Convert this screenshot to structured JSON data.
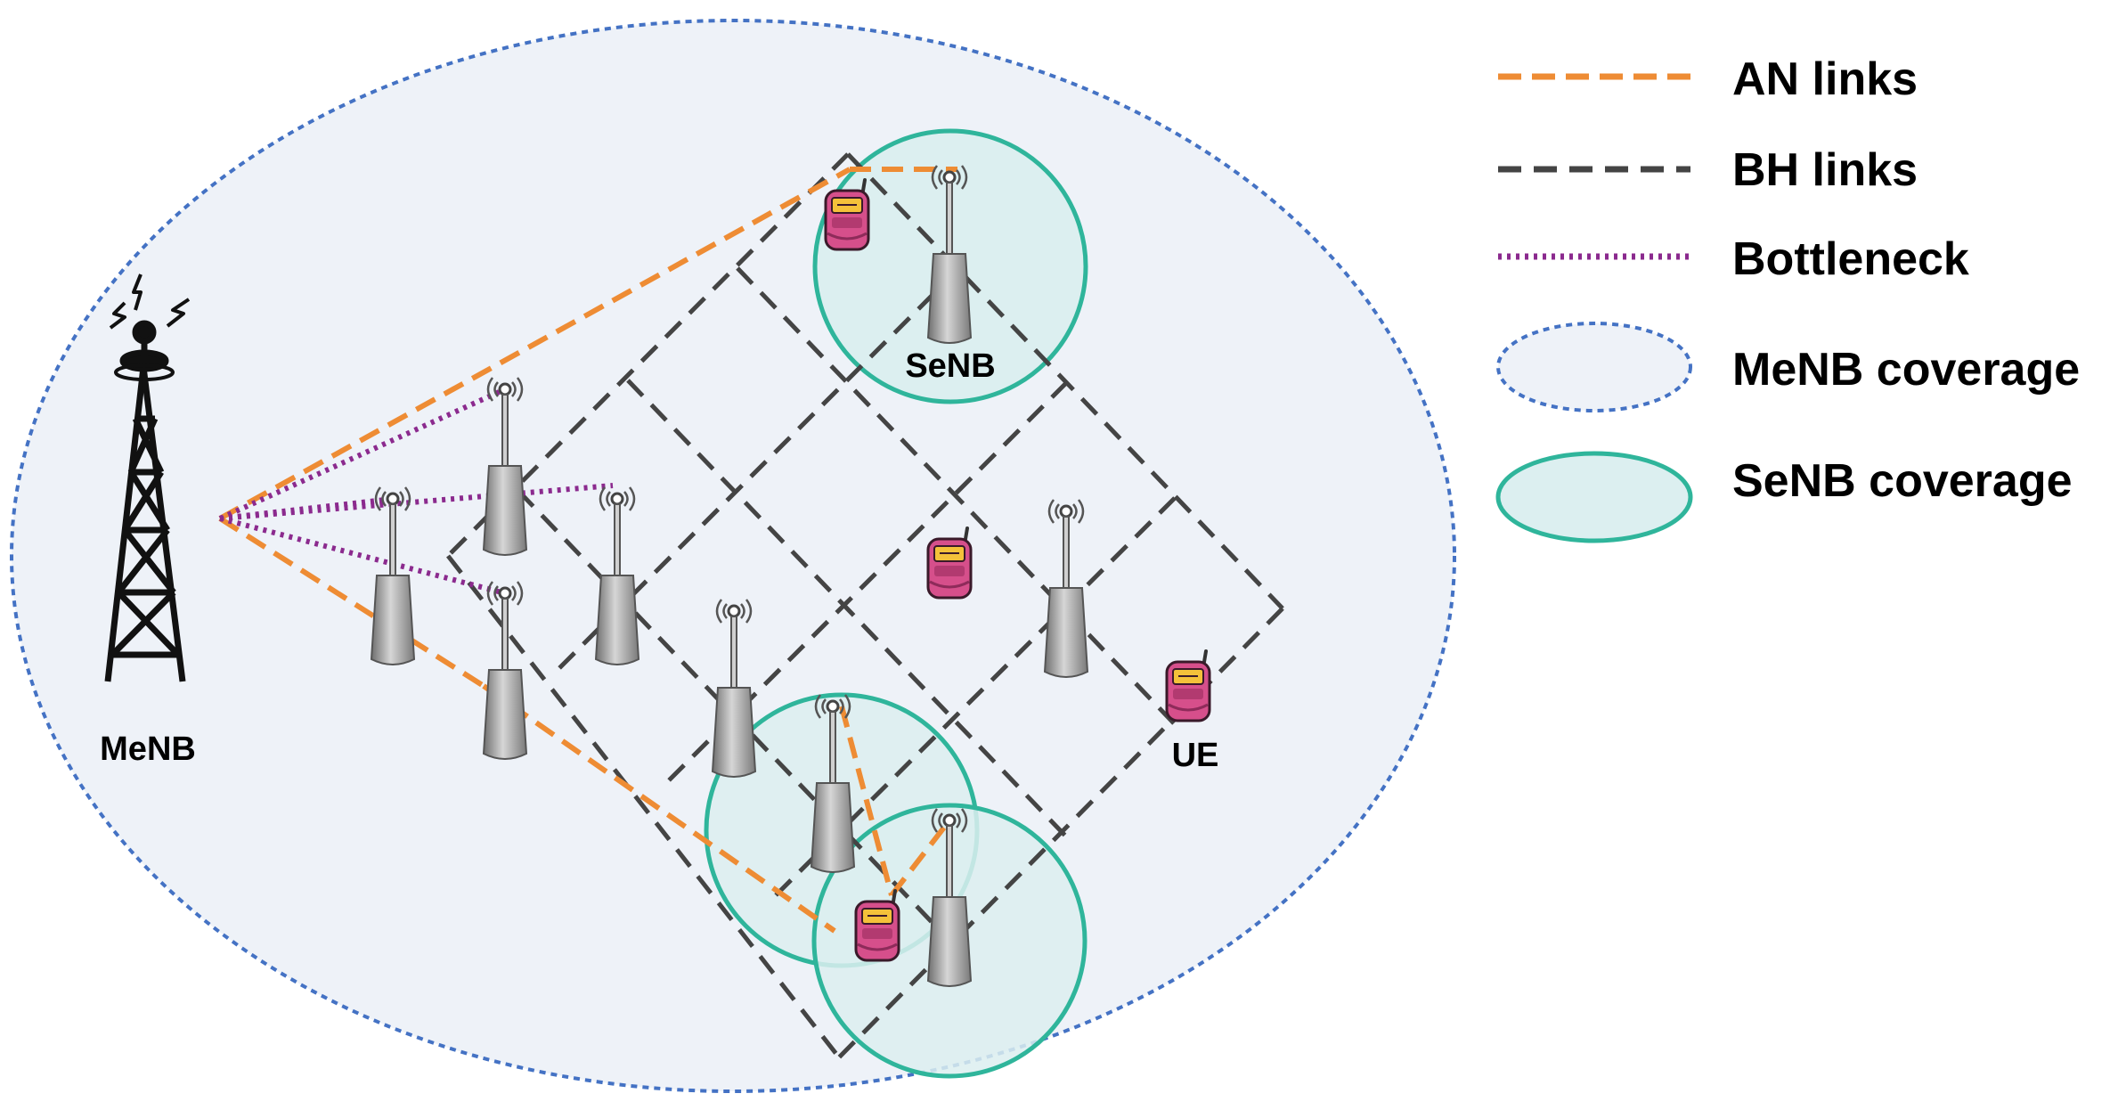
{
  "labels": {
    "menb": "MeNB",
    "senb": "SeNB",
    "ue": "UE"
  },
  "legend": [
    {
      "key": "an",
      "label": "AN links"
    },
    {
      "key": "bh",
      "label": "BH links"
    },
    {
      "key": "bottleneck",
      "label": "Bottleneck"
    },
    {
      "key": "menb_cov",
      "label": "MeNB coverage"
    },
    {
      "key": "senb_cov",
      "label": "SeNB coverage"
    }
  ],
  "colors": {
    "an_link": "#ee8c34",
    "bh_link": "#444444",
    "bottleneck": "#8b2a8e",
    "menb_coverage_stroke": "#4472c4",
    "menb_coverage_fill": "#eef2f8",
    "senb_coverage_stroke": "#2fb59b",
    "senb_coverage_fill": "#dceff0",
    "ue_body": "#d64f8b",
    "ue_screen": "#f4c13a",
    "tower": "#111111",
    "sbs_body": "#8c8c8c"
  },
  "icons": [
    "macro-tower-icon",
    "small-cell-antenna-icon",
    "user-equipment-icon"
  ]
}
